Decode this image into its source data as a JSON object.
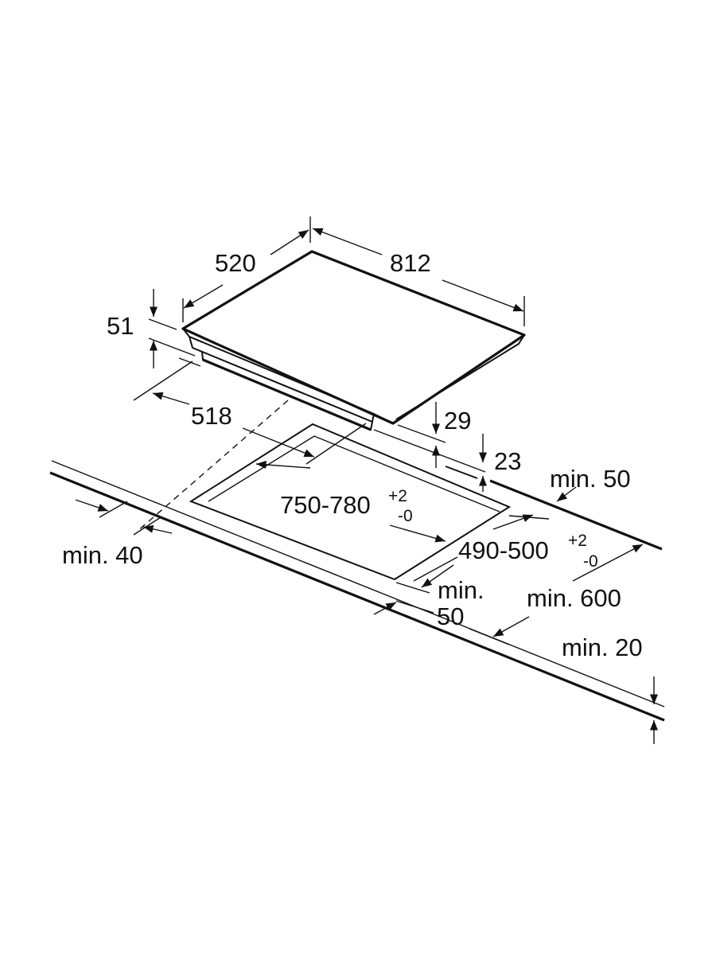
{
  "title": "Hob installation dimensions",
  "colors": {
    "line": "#111111",
    "background": "#ffffff"
  },
  "hob": {
    "depth": "520",
    "width": "812",
    "height_total": "51",
    "body_depth": "518",
    "body_height": "29",
    "below_worktop": "23"
  },
  "cutout": {
    "width": "750-780",
    "width_tol_plus": "+2",
    "width_tol_minus": "-0",
    "depth": "490-500",
    "depth_tol_plus": "+2",
    "depth_tol_minus": "-0"
  },
  "clearances": {
    "back": "min. 50",
    "side": "min. 40",
    "front_line1": "min.",
    "front_line2": "50",
    "worktop_depth": "min. 600",
    "worktop_thickness": "min. 20"
  }
}
